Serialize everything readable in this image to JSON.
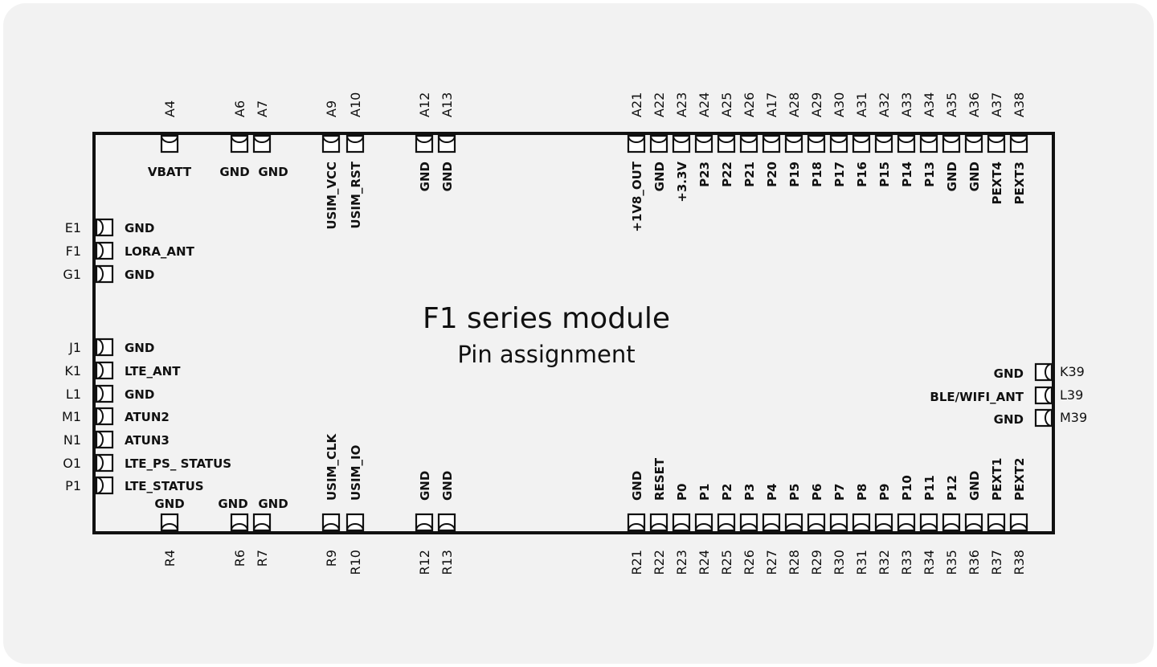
{
  "title": "F1 series module",
  "subtitle": "Pin assignment",
  "top_pins": [
    {
      "id": "A4",
      "label": "VBATT",
      "horizontal": true
    },
    {
      "id": "A6",
      "label": "GND",
      "horizontal": true
    },
    {
      "id": "A7",
      "label": "GND",
      "horizontal": true
    },
    {
      "id": "A9",
      "label": "USIM_VCC"
    },
    {
      "id": "A10",
      "label": "USIM_RST"
    },
    {
      "id": "A12",
      "label": "GND"
    },
    {
      "id": "A13",
      "label": "GND"
    },
    {
      "id": "A21",
      "label": "+1V8_OUT"
    },
    {
      "id": "A22",
      "label": "GND"
    },
    {
      "id": "A23",
      "label": "+3.3V"
    },
    {
      "id": "A24",
      "label": "P23"
    },
    {
      "id": "A25",
      "label": "P22"
    },
    {
      "id": "A26",
      "label": "P21"
    },
    {
      "id": "A17",
      "label": "P20"
    },
    {
      "id": "A28",
      "label": "P19"
    },
    {
      "id": "A29",
      "label": "P18"
    },
    {
      "id": "A30",
      "label": "P17"
    },
    {
      "id": "A31",
      "label": "P16"
    },
    {
      "id": "A32",
      "label": "P15"
    },
    {
      "id": "A33",
      "label": "P14"
    },
    {
      "id": "A34",
      "label": "P13"
    },
    {
      "id": "A35",
      "label": "GND"
    },
    {
      "id": "A36",
      "label": "GND"
    },
    {
      "id": "A37",
      "label": "PEXT4"
    },
    {
      "id": "A38",
      "label": "PEXT3"
    }
  ],
  "bottom_pins": [
    {
      "id": "R4",
      "label": "GND",
      "horizontal": true
    },
    {
      "id": "R6",
      "label": "GND",
      "horizontal": true
    },
    {
      "id": "R7",
      "label": "GND",
      "horizontal": true
    },
    {
      "id": "R9",
      "label": "USIM_CLK"
    },
    {
      "id": "R10",
      "label": "USIM_IO"
    },
    {
      "id": "R12",
      "label": "GND"
    },
    {
      "id": "R13",
      "label": "GND"
    },
    {
      "id": "R21",
      "label": "GND"
    },
    {
      "id": "R22",
      "label": "RESET"
    },
    {
      "id": "R23",
      "label": "P0"
    },
    {
      "id": "R24",
      "label": "P1"
    },
    {
      "id": "R25",
      "label": "P2"
    },
    {
      "id": "R26",
      "label": "P3"
    },
    {
      "id": "R27",
      "label": "P4"
    },
    {
      "id": "R28",
      "label": "P5"
    },
    {
      "id": "R29",
      "label": "P6"
    },
    {
      "id": "R30",
      "label": "P7"
    },
    {
      "id": "R31",
      "label": "P8"
    },
    {
      "id": "R32",
      "label": "P9"
    },
    {
      "id": "R33",
      "label": "P10"
    },
    {
      "id": "R34",
      "label": "P11"
    },
    {
      "id": "R35",
      "label": "P12"
    },
    {
      "id": "R36",
      "label": "GND"
    },
    {
      "id": "R37",
      "label": "PEXT1"
    },
    {
      "id": "R38",
      "label": "PEXT2"
    }
  ],
  "left_pins": [
    {
      "id": "E1",
      "label": "GND"
    },
    {
      "id": "F1",
      "label": "LORA_ANT"
    },
    {
      "id": "G1",
      "label": "GND"
    },
    {
      "id": "J1",
      "label": "GND"
    },
    {
      "id": "K1",
      "label": "LTE_ANT"
    },
    {
      "id": "L1",
      "label": "GND"
    },
    {
      "id": "M1",
      "label": "ATUN2"
    },
    {
      "id": "N1",
      "label": "ATUN3"
    },
    {
      "id": "O1",
      "label": "LTE_PS_ STATUS"
    },
    {
      "id": "P1",
      "label": "LTE_STATUS"
    }
  ],
  "right_pins": [
    {
      "id": "K39",
      "label": "GND"
    },
    {
      "id": "L39",
      "label": "BLE/WIFI_ANT"
    },
    {
      "id": "M39",
      "label": "GND"
    }
  ]
}
